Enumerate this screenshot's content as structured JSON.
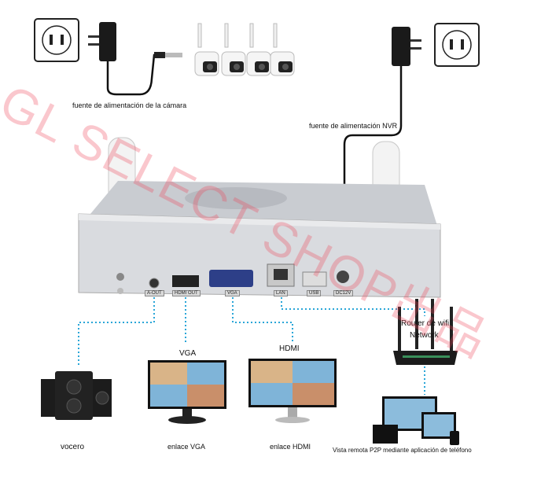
{
  "labels": {
    "camera_power": "fuente de alimentación de la cámara",
    "nvr_power": "fuente de alimentación NVR",
    "router": "Router de wifi",
    "network": "Network",
    "vga": "VGA",
    "hdmi": "HDMI",
    "speaker": "vocero",
    "vga_link": "enlace VGA",
    "hdmi_link": "enlace HDMI",
    "remote": "Vista remota P2P mediante aplicación de teléfono"
  },
  "ports": {
    "audio": "A-OUT",
    "hdmi": "HDMI OUT",
    "vga": "VGA",
    "lan": "LAN",
    "usb": "USB",
    "dc": "DC12V"
  },
  "watermark": "GL SELECT SHOP出品",
  "colors": {
    "dotted_line": "#2aa6d8",
    "nvr_body": "#d6d8dc",
    "watermark": "#f0465a"
  }
}
